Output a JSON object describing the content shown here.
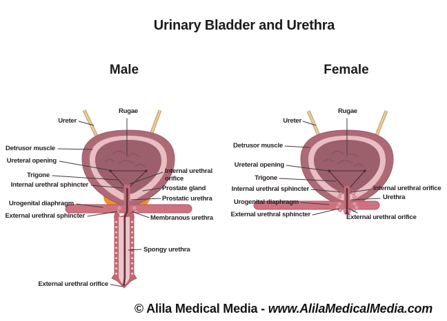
{
  "title": "Urinary Bladder and Urethra",
  "male": {
    "heading": "Male",
    "labels": {
      "ureter": "Ureter",
      "rugae": "Rugae",
      "detrusor_muscle": "Detrusor muscle",
      "ureteral_opening": "Ureteral opening",
      "trigone": "Trigone",
      "internal_urethral_sphincter": "Internal urethral sphincter",
      "urogenital_diaphragm": "Urogenital diaphragm",
      "external_urethral_sphincter": "External urethral sphincter",
      "internal_urethral_orifice": "Internal urethral orifice",
      "prostate_gland": "Prostate gland",
      "prostatic_urethra": "Prostatic urethra",
      "membranous_urethra": "Membranous urethra",
      "spongy_urethra": "Spongy urethra",
      "external_urethral_orifice": "External urethral orifice"
    }
  },
  "female": {
    "heading": "Female",
    "labels": {
      "ureter": "Ureter",
      "rugae": "Rugae",
      "detrusor_muscle": "Detrusor muscle",
      "ureteral_opening": "Ureteral opening",
      "trigone": "Trigone",
      "internal_urethral_sphincter": "Internal urethral sphincter",
      "urogenital_diaphragm": "Urogenital diaphragm",
      "external_urethral_sphincter": "External urethral sphincter",
      "internal_urethral_orifice": "Internal urethral orifice",
      "urethra": "Urethra",
      "external_urethral_orifice": "External urethral orifice"
    }
  },
  "watermark": {
    "prefix": "© Alila Medical Media - ",
    "url": "www.AlilaMedicalMedia.com"
  },
  "colors": {
    "bladder_wall": "#ad6a76",
    "bladder_lining": "#e8bec3",
    "bladder_cavity": "#9b606c",
    "rugae_fold": "#86525e",
    "trigone_line": "#4a2731",
    "prostate": "#f19122",
    "prostate_highlight": "#f3a33f",
    "diaphragm": "#cf7280",
    "urethra_tube": "#c16d79",
    "urethra_lumen": "#5c2e36",
    "shaft": "#c46874",
    "shaft_inner": "#e9c6ca",
    "ureter": "#e8d0a4",
    "label_line": "#3f383a"
  }
}
